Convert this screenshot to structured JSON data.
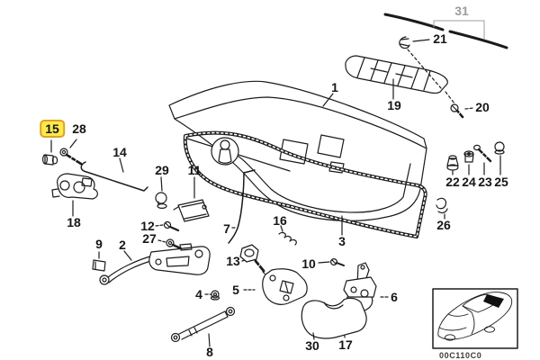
{
  "diagram": {
    "image_code": "00C110C0",
    "highlighted_part": "15",
    "part_count": 31
  },
  "colors": {
    "line": "#1b1b1b",
    "background": "#ffffff",
    "muted_label": "#9c9c9c",
    "highlight_fill": "#ffe94e",
    "highlight_border": "#dca225"
  },
  "parts": [
    {
      "number": "1"
    },
    {
      "number": "2"
    },
    {
      "number": "3"
    },
    {
      "number": "4"
    },
    {
      "number": "5"
    },
    {
      "number": "6"
    },
    {
      "number": "7"
    },
    {
      "number": "8"
    },
    {
      "number": "9"
    },
    {
      "number": "10"
    },
    {
      "number": "11"
    },
    {
      "number": "12"
    },
    {
      "number": "13"
    },
    {
      "number": "14"
    },
    {
      "number": "15"
    },
    {
      "number": "16"
    },
    {
      "number": "17"
    },
    {
      "number": "18"
    },
    {
      "number": "19"
    },
    {
      "number": "20"
    },
    {
      "number": "21"
    },
    {
      "number": "22"
    },
    {
      "number": "23"
    },
    {
      "number": "24"
    },
    {
      "number": "25"
    },
    {
      "number": "26"
    },
    {
      "number": "27"
    },
    {
      "number": "28"
    },
    {
      "number": "29"
    },
    {
      "number": "30"
    },
    {
      "number": "31"
    }
  ]
}
